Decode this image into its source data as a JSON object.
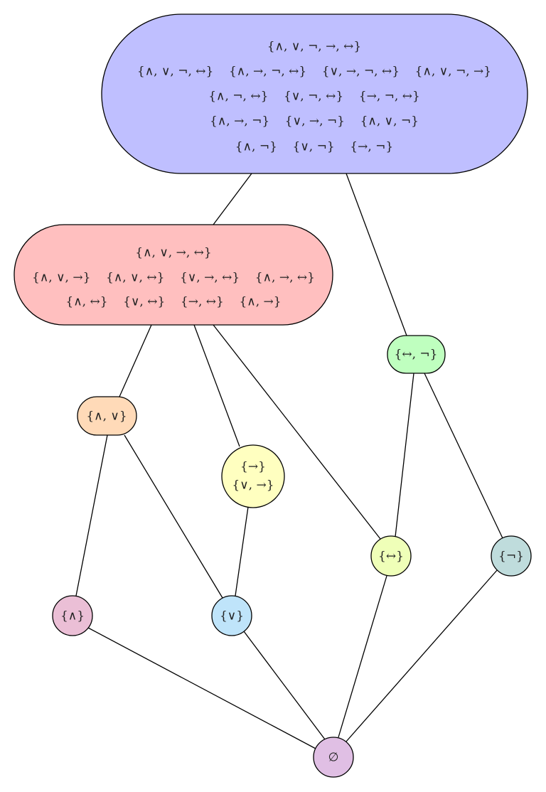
{
  "colors": {
    "top": "#bfbfff",
    "middle": "#ffbfbf",
    "iff_not": "#bfffbf",
    "and_or": "#ffdab8",
    "implies": "#ffffc0",
    "iff": "#efffb8",
    "not": "#bfdcdc",
    "and": "#ebbfd6",
    "or": "#bfe4fa",
    "empty": "#e0bfe4"
  },
  "nodes": {
    "top": {
      "lines": [
        "{∧, ∨, ¬, →, ↔}",
        "{∧, ∨, ¬, ↔}    {∧, →, ¬, ↔}    {∨, →, ¬, ↔}    {∧, ∨, ¬, →}",
        "{∧, ¬, ↔}    {∨, ¬, ↔}    {→, ¬, ↔}",
        "{∧, →, ¬}    {∨, →, ¬}    {∧, ∨, ¬}",
        "{∧, ¬}    {∨, ¬}    {→, ¬}"
      ]
    },
    "middle": {
      "lines": [
        "{∧, ∨, →, ↔}",
        "{∧, ∨, →}    {∧, ∨, ↔}    {∨, →, ↔}    {∧, →, ↔}",
        "{∧, ↔}    {∨, ↔}    {→, ↔}    {∧, →}"
      ]
    },
    "iff_not": {
      "lines": [
        "{↔, ¬}"
      ]
    },
    "and_or": {
      "lines": [
        "{∧, ∨}"
      ]
    },
    "implies": {
      "lines": [
        "{→}",
        "{∨, →}"
      ]
    },
    "iff": {
      "lines": [
        "{↔}"
      ]
    },
    "not": {
      "lines": [
        "{¬}"
      ]
    },
    "and": {
      "lines": [
        "{∧}"
      ]
    },
    "or": {
      "lines": [
        "{∨}"
      ]
    },
    "empty": {
      "lines": [
        "∅"
      ]
    }
  },
  "edges": [
    [
      "top",
      "middle"
    ],
    [
      "top",
      "iff_not"
    ],
    [
      "middle",
      "and_or"
    ],
    [
      "middle",
      "implies"
    ],
    [
      "middle",
      "iff"
    ],
    [
      "iff_not",
      "iff"
    ],
    [
      "iff_not",
      "not"
    ],
    [
      "and_or",
      "and"
    ],
    [
      "and_or",
      "or"
    ],
    [
      "implies",
      "or"
    ],
    [
      "and",
      "empty"
    ],
    [
      "or",
      "empty"
    ],
    [
      "iff",
      "empty"
    ],
    [
      "not",
      "empty"
    ]
  ]
}
